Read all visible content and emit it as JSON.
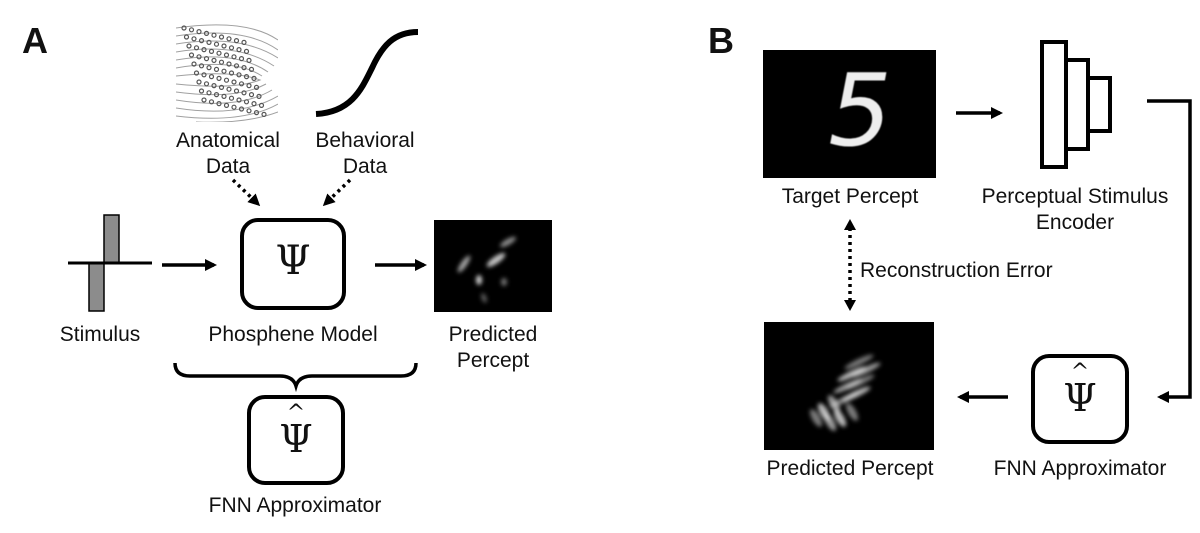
{
  "panel_a": {
    "letter": "A",
    "anatomical_label": [
      "Anatomical",
      "Data"
    ],
    "behavioral_label": [
      "Behavioral",
      "Data"
    ],
    "stimulus_label": "Stimulus",
    "phosphene_model_label": "Phosphene Model",
    "phosphene_model_symbol": "Ψ",
    "predicted_percept_label": [
      "Predicted",
      "Percept"
    ],
    "fnn_symbol": "Ψ",
    "fnn_hat": "^",
    "fnn_label": "FNN Approximator"
  },
  "panel_b": {
    "letter": "B",
    "target_percept_label": "Target Percept",
    "target_digit": "5",
    "encoder_label": [
      "Perceptual Stimulus",
      "Encoder"
    ],
    "reconstruction_error_label": "Reconstruction Error",
    "predicted_percept_label": "Predicted Percept",
    "fnn_symbol": "Ψ",
    "fnn_hat": "^",
    "fnn_label": "FNN Approximator"
  },
  "colors": {
    "stroke": "#000000",
    "stimulus_bar_fill": "#8c8c8c",
    "percept_background": "#000000",
    "anatomy_lines": "#9a9a9a"
  }
}
